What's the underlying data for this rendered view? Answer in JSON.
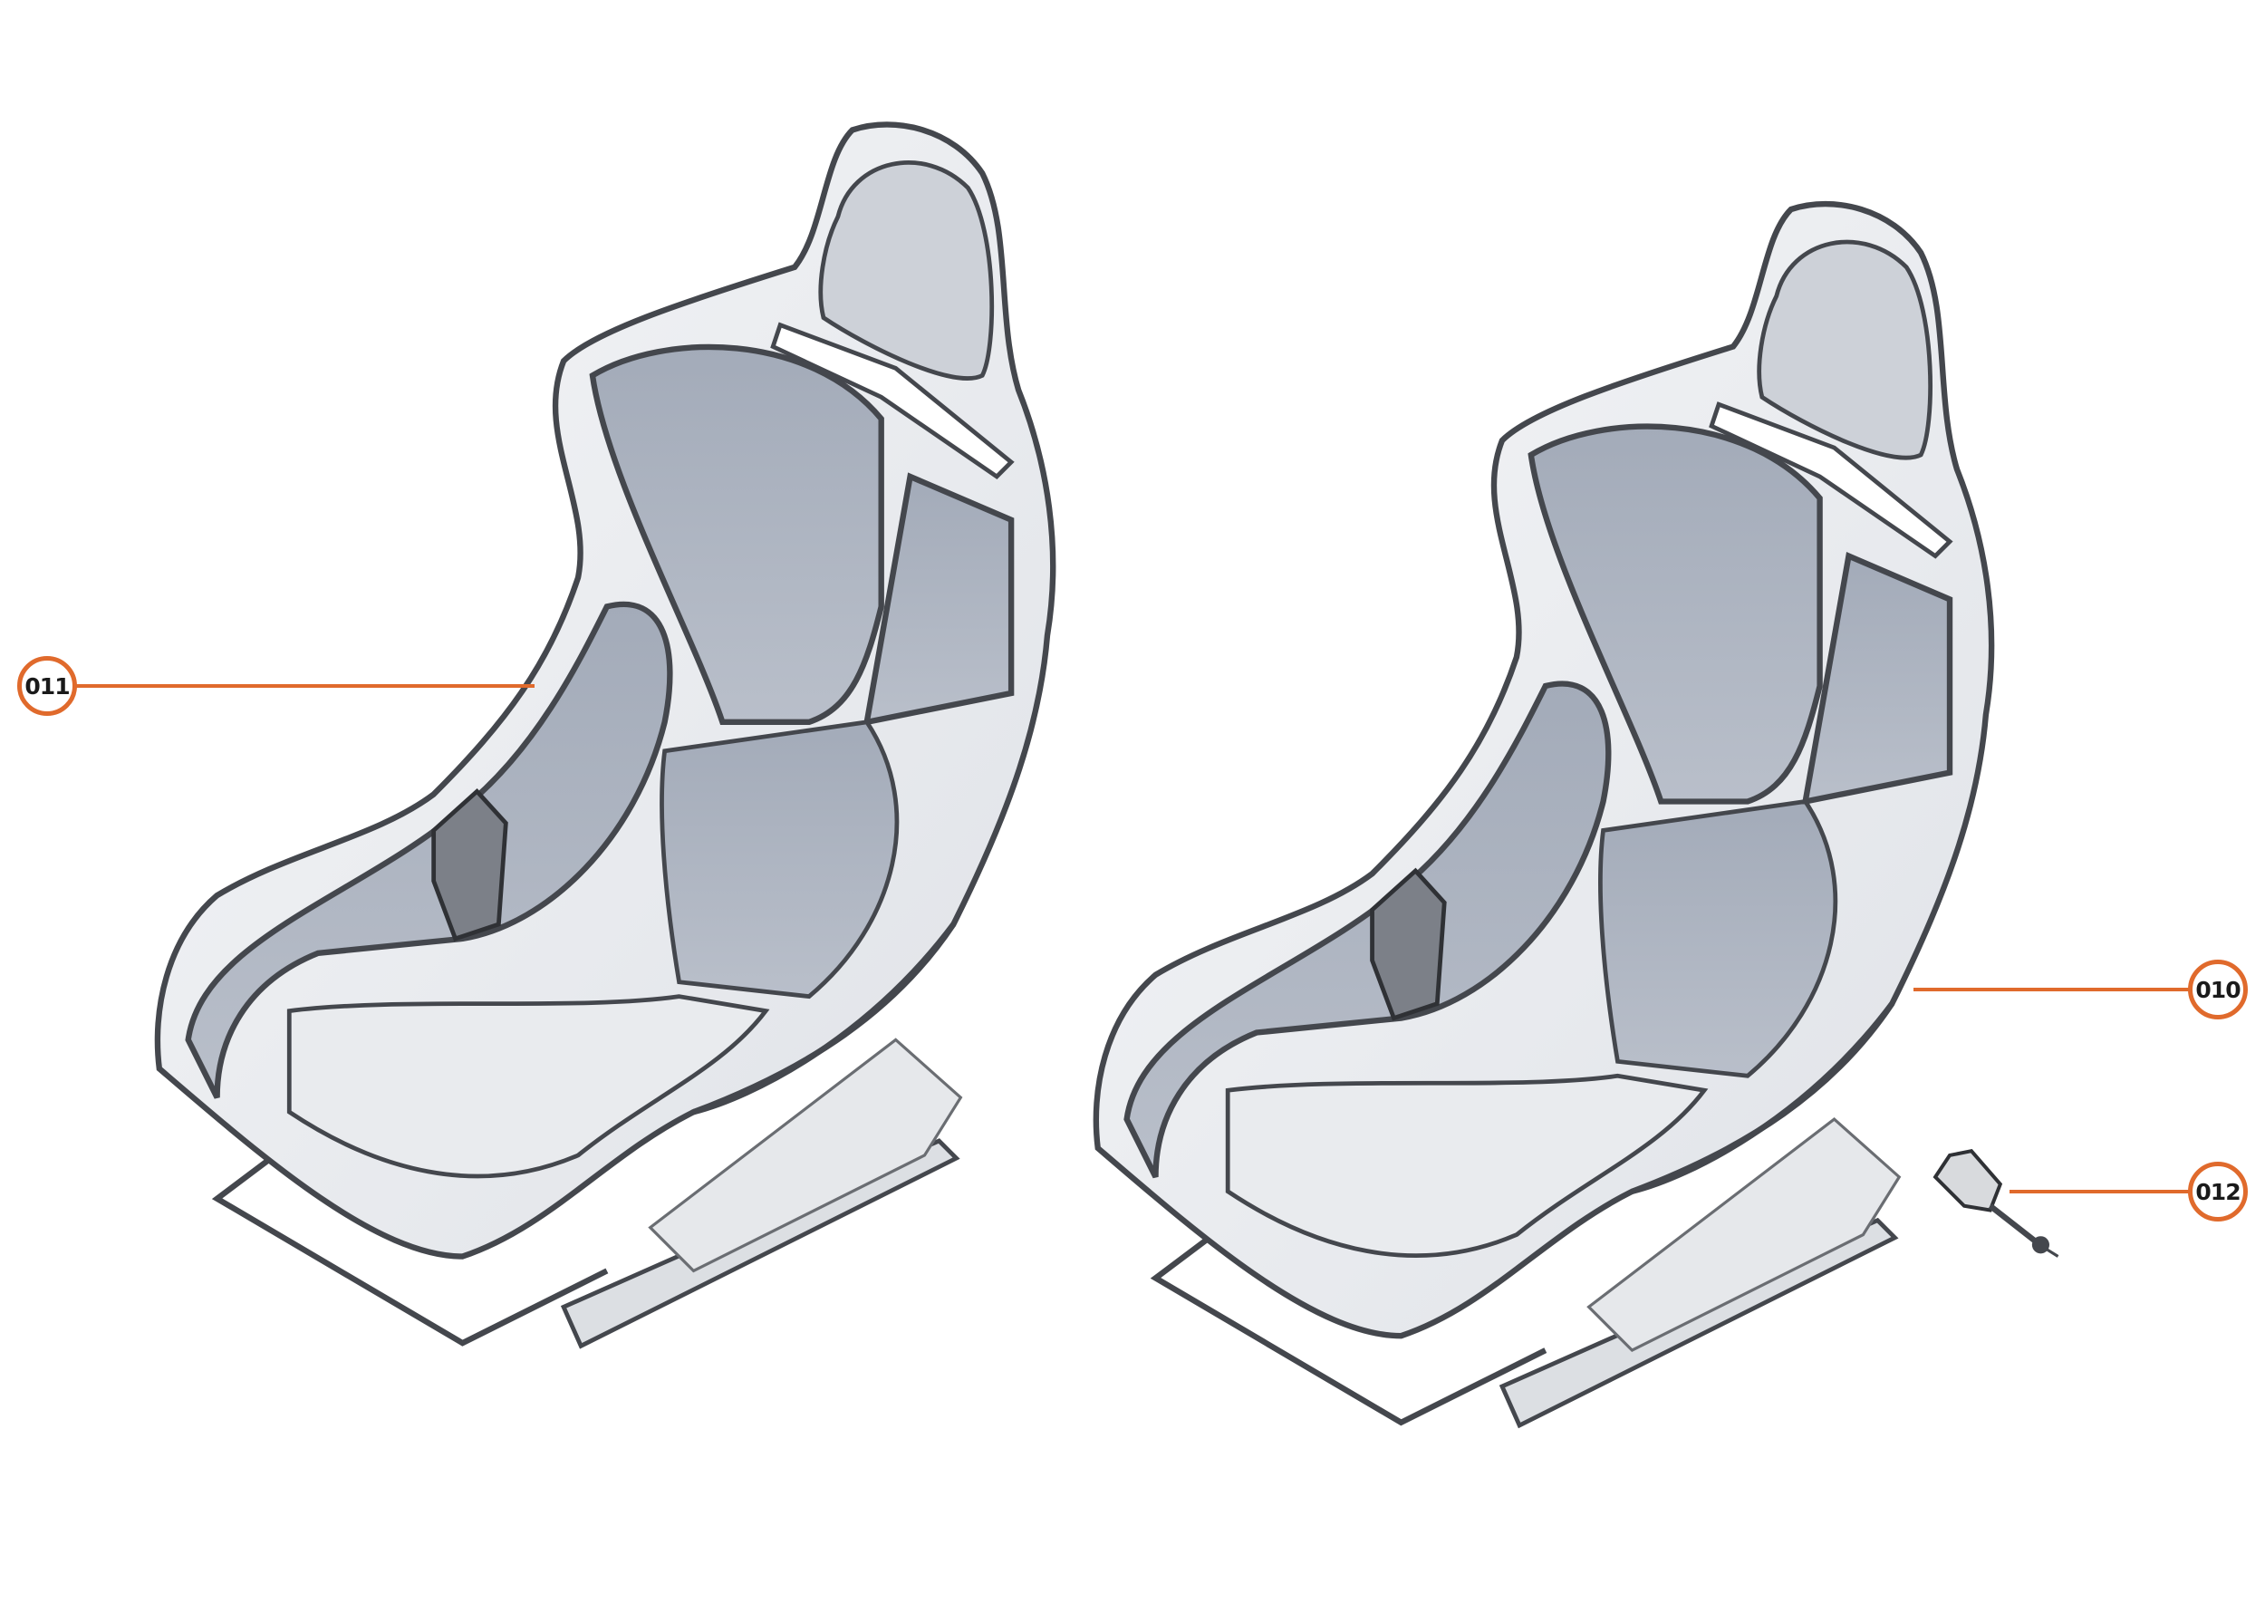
{
  "diagram": {
    "parts": [
      {
        "id": "011",
        "label": "011",
        "target": "left-seat"
      },
      {
        "id": "010",
        "label": "010",
        "target": "right-seat"
      },
      {
        "id": "012",
        "label": "012",
        "target": "seat-belt-buckle"
      }
    ],
    "colors": {
      "callout": "#e06a2c",
      "shell": "#eef0f3",
      "panel": "#aab1be",
      "outline": "#44474d"
    }
  }
}
